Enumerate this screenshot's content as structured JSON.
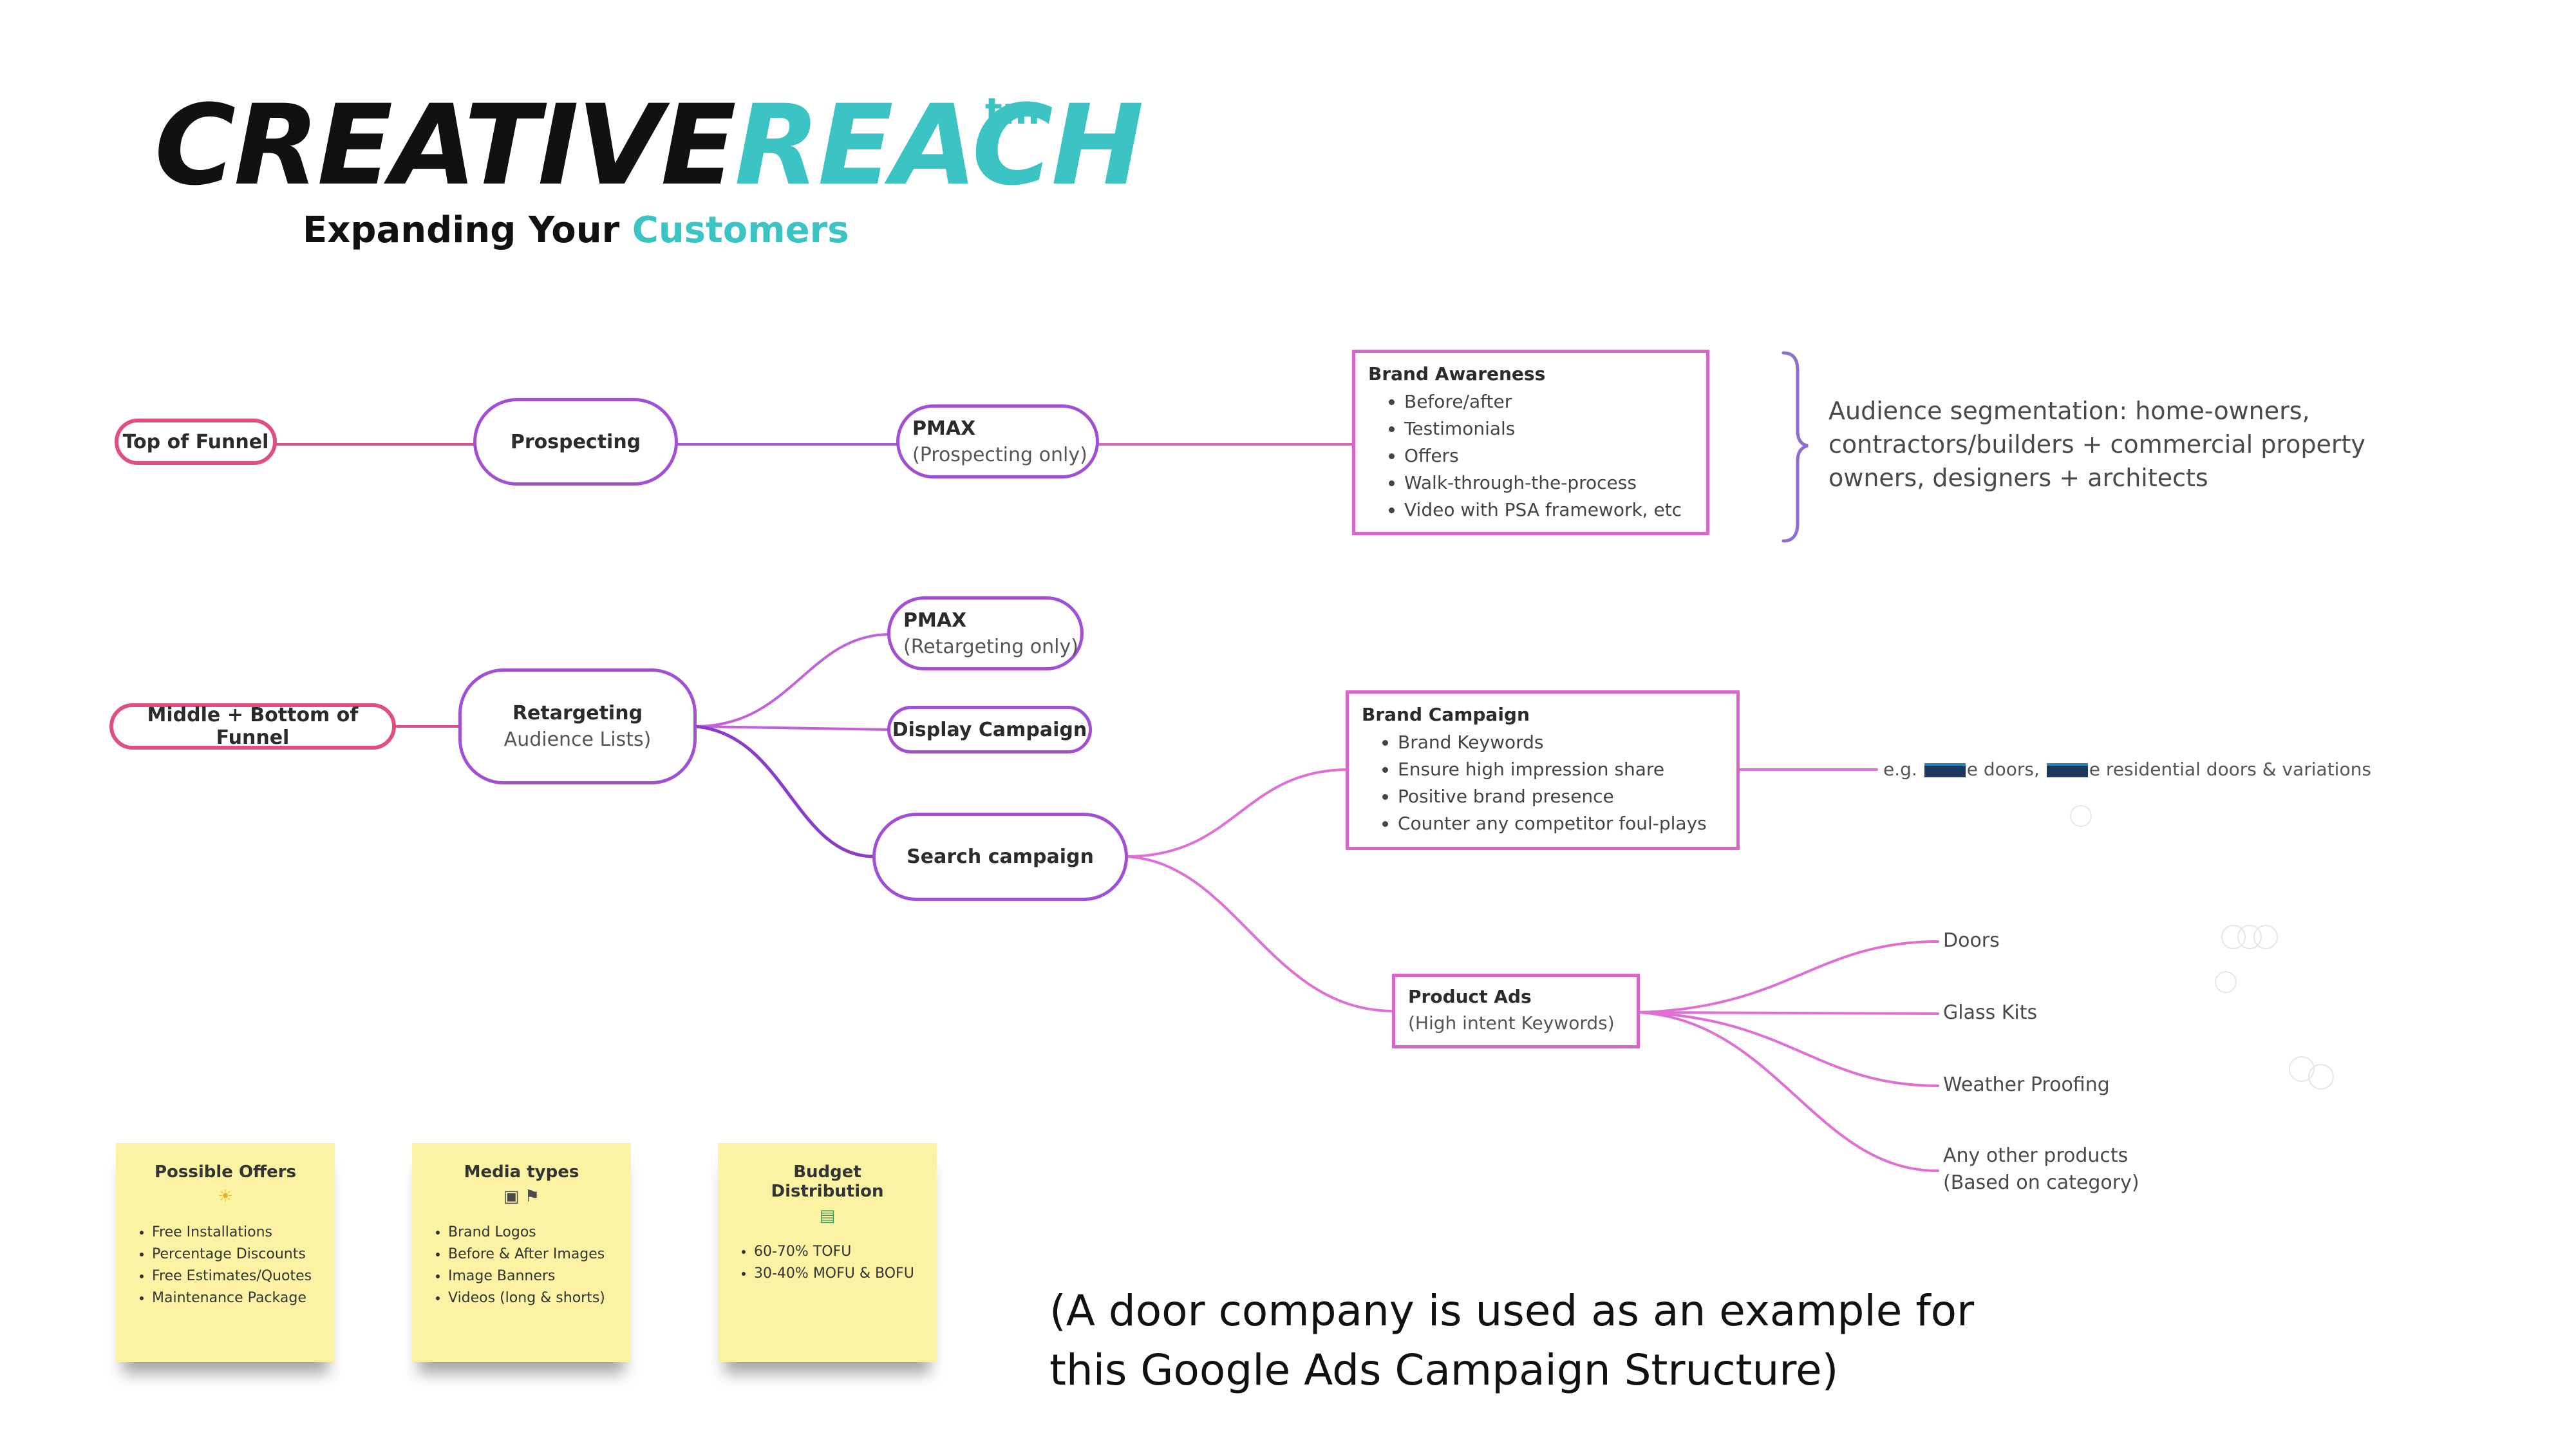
{
  "brand": {
    "logo_part1": "CREATIVE",
    "logo_part2": "REACH",
    "logo_tm": "tm",
    "tagline_part1": "Expanding Your ",
    "tagline_part2": "Customers"
  },
  "colors": {
    "brand_teal": "#3cc3c3",
    "funnel_pink": "#e0507f",
    "node_purple": "#a24fd6",
    "box_magenta": "#d965c8",
    "sticky_yellow": "#fbf3a3"
  },
  "diagram": {
    "top_of_funnel": "Top of Funnel",
    "prospecting": "Prospecting",
    "pmax_prospecting": {
      "title": "PMAX",
      "sub": "(Prospecting only)"
    },
    "brand_awareness": {
      "title": "Brand Awareness",
      "items": [
        "Before/after",
        "Testimonials",
        "Offers",
        "Walk-through-the-process",
        "Video with PSA framework, etc"
      ]
    },
    "audience_segmentation": {
      "lines": [
        "Audience segmentation: home-owners,",
        "contractors/builders + commercial property",
        "owners, designers + architects"
      ]
    },
    "middle_bottom_funnel": "Middle + Bottom of Funnel",
    "retargeting": {
      "title": "Retargeting",
      "sub": "Audience Lists)"
    },
    "pmax_retargeting": {
      "title": "PMAX",
      "sub": "(Retargeting only)"
    },
    "display_campaign": "Display Campaign",
    "search_campaign": "Search campaign",
    "brand_campaign": {
      "title": "Brand Campaign",
      "items": [
        "Brand Keywords",
        "Ensure high impression share",
        "Positive brand presence",
        "Counter any competitor foul-plays"
      ]
    },
    "brand_example": {
      "prefix": "e.g.",
      "part1": "e doors,",
      "part2": "e residential doors & variations"
    },
    "product_ads": {
      "title": "Product Ads",
      "sub": "(High intent Keywords)"
    },
    "products": [
      "Doors",
      "Glass Kits",
      "Weather Proofing"
    ],
    "other_products": {
      "line1": "Any other products",
      "line2": "(Based on category)"
    }
  },
  "sticky_notes": [
    {
      "title": "Possible Offers",
      "emoji": "☀",
      "items": [
        "Free Installations",
        "Percentage Discounts",
        "Free Estimates/Quotes",
        "Maintenance Package"
      ]
    },
    {
      "title": "Media types",
      "emoji": "▣ ⚑",
      "items": [
        "Brand Logos",
        "Before & After Images",
        "Image Banners",
        "Videos (long & shorts)"
      ]
    },
    {
      "title": "Budget Distribution",
      "emoji": "▤",
      "items": [
        "60-70% TOFU",
        "30-40% MOFU & BOFU"
      ]
    }
  ],
  "caption": {
    "line1": "(A door company is used as an example for",
    "line2": "this Google Ads Campaign Structure)"
  }
}
